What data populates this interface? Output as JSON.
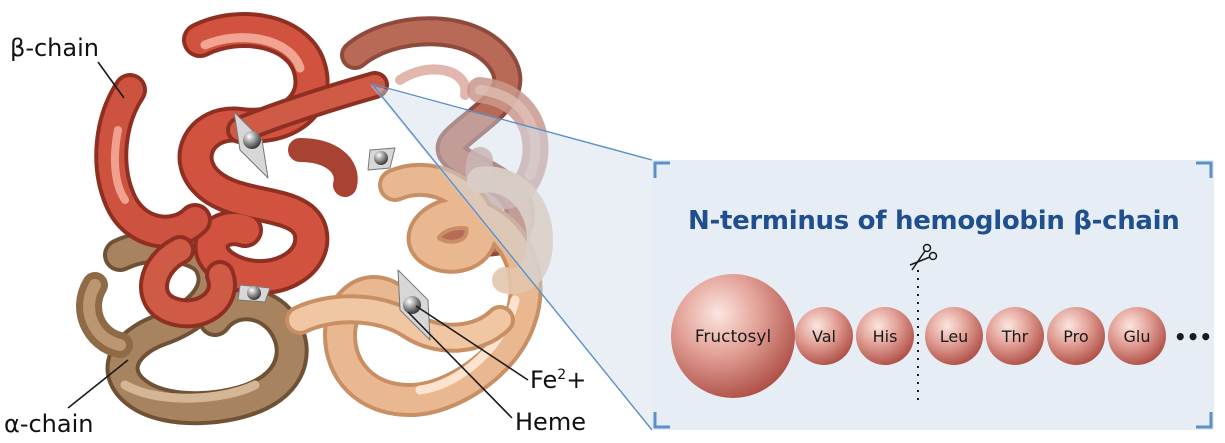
{
  "labels": {
    "beta_chain": "β-chain",
    "alpha_chain": "α-chain",
    "fe_base": "Fe",
    "fe_superscript": "2",
    "fe_charge": "+",
    "heme": "Heme"
  },
  "panel": {
    "title": "N-terminus of hemoglobin β-chain",
    "residues": [
      "Fructosyl",
      "Val",
      "His",
      "Leu",
      "Thr",
      "Pro",
      "Glu"
    ],
    "ellipsis": "•••",
    "scissors_icon": "scissors-icon",
    "background_color": "#e6edf5",
    "frame_color": "#5b8fc9",
    "title_color": "#1f4f8f"
  },
  "colors": {
    "beta_dark": "#c4493a",
    "beta_mid": "#b5614e",
    "alpha_brown": "#a8835f",
    "alpha_light": "#e8b98f",
    "ball_fill": "#c9706a"
  }
}
